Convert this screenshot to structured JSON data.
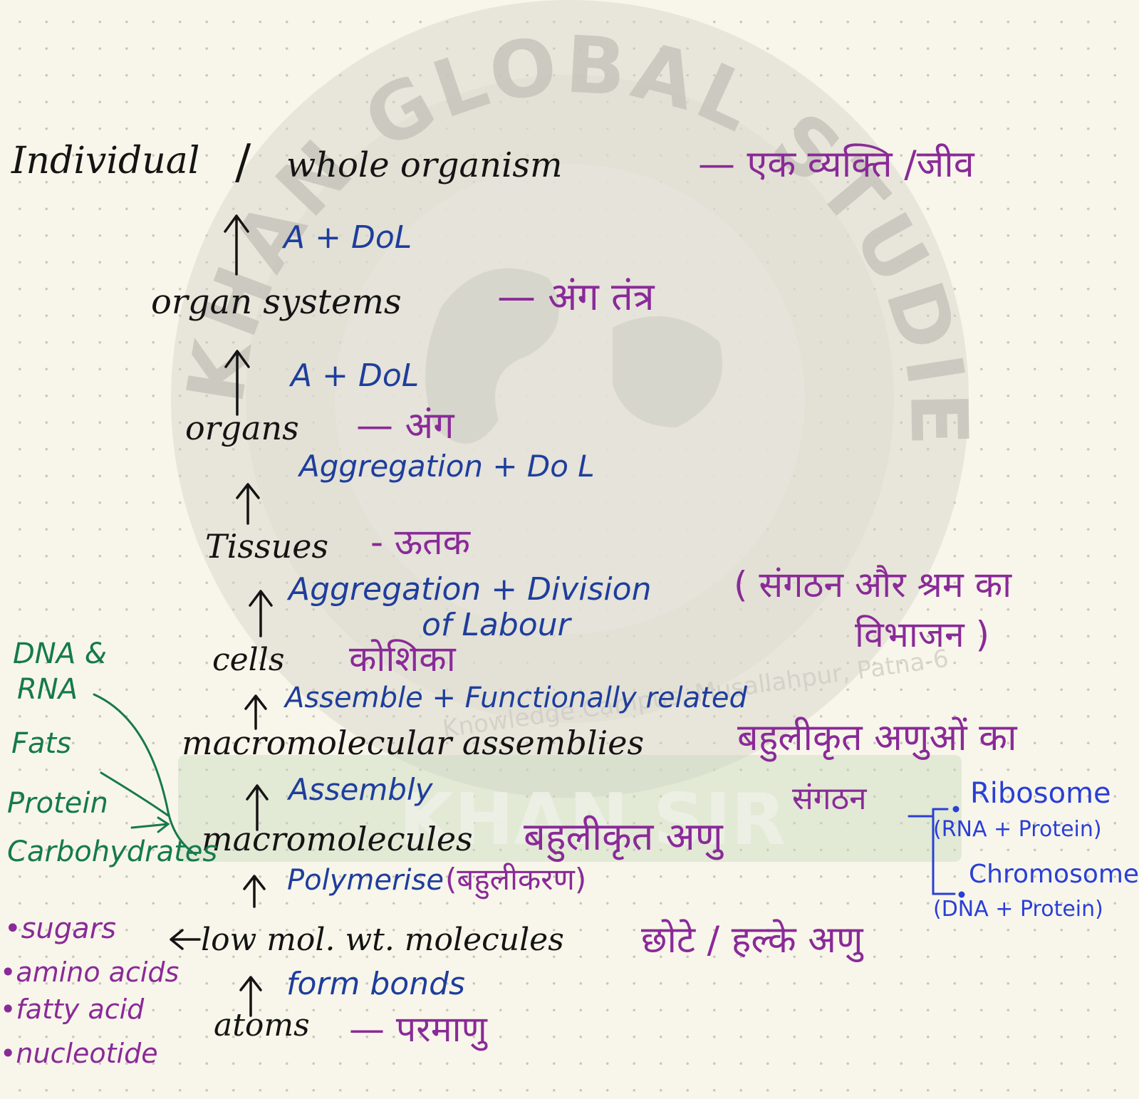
{
  "watermark": {
    "arc_text": "KHAN GLOBAL STUDIES",
    "inner_text": "Knowledge Campus, Musallahpur, Patna-6",
    "banner_text": "KHAN SIR"
  },
  "hierarchy": {
    "individual": "Individual",
    "slash": "/",
    "whole_organism": "whole organism",
    "individual_hi": "— एक व्यक्ति /जीव",
    "step1": "A + DoL",
    "organ_systems": "organ systems",
    "organ_systems_hi": "— अंग तंत्र",
    "step2": "A + DoL",
    "organs": "organs",
    "organs_hi": "— अंग",
    "step3": "Aggregation + Do L",
    "tissues": "Tissues",
    "tissues_hi": "- ऊतक",
    "step4_line1": "Aggregation + Division",
    "step4_line2": "of Labour",
    "step4_hi_line1": "( संगठन और श्रम का",
    "step4_hi_line2": "विभाजन )",
    "cells": "cells",
    "cells_hi": "कोशिका",
    "step5": "Assemble + Functionally related",
    "macro_assemblies": "macromolecular assemblies",
    "macro_assemblies_hi_line1": "बहुलीकृत अणुओं का",
    "macro_assemblies_hi_line2": "संगठन",
    "step6": "Assembly",
    "macromolecules": "macromolecules",
    "macromolecules_hi": "बहुलीकृत अणु",
    "step7": "Polymerise",
    "step7_hi": "(बहुलीकरण)",
    "low_mol": "low mol. wt. molecules",
    "low_mol_hi": "छोटे / हल्के अणु",
    "step8": "form bonds",
    "atoms": "atoms",
    "atoms_hi": "— परमाणु"
  },
  "macromolecule_types": [
    "DNA &",
    "RNA",
    "Fats",
    "Protein",
    "Carbohydrates"
  ],
  "small_molecules": [
    "•sugars",
    "•amino acids",
    "•fatty acid",
    "•nucleotide"
  ],
  "assemblies_examples": {
    "ribosome": "Ribosome",
    "ribosome_detail": "(RNA + Protein)",
    "chromosome": "Chromosome",
    "chromosome_detail": "(DNA + Protein)"
  },
  "colors": {
    "paper": "#f8f6ea",
    "english": "#141414",
    "process": "#1e3e9c",
    "hindi": "#8a2a98",
    "examples_green": "#157a4c",
    "examples_blue": "#2a3fd6",
    "watermark": "#cfcdc6"
  }
}
